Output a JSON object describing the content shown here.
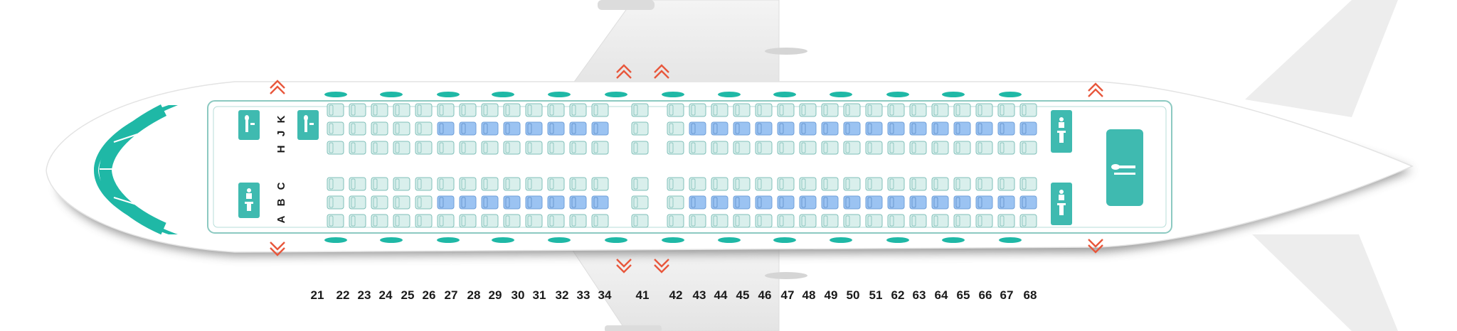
{
  "seat_map": {
    "column_letters_upper": [
      "K",
      "J",
      "H"
    ],
    "column_letters_lower": [
      "C",
      "B",
      "A"
    ],
    "row_labels": [
      "21",
      "22",
      "23",
      "24",
      "25",
      "26",
      "27",
      "28",
      "29",
      "30",
      "31",
      "32",
      "33",
      "34",
      "41",
      "42",
      "43",
      "44",
      "45",
      "46",
      "47",
      "48",
      "49",
      "50",
      "51",
      "62",
      "63",
      "64",
      "65",
      "66",
      "67",
      "68"
    ],
    "legend_colors": {
      "fuselage": "#ffffff",
      "accent": "#1fb8a6",
      "seat_standard": "#d9efec",
      "seat_outline": "#7fbfb8",
      "seat_highlight": "#9bc3f2",
      "exit_marker": "#e8573c",
      "facility": "#3fbab0"
    },
    "seat_types": {
      "standard": "standard",
      "highlight": "extra"
    },
    "facilities": [
      {
        "type": "galley",
        "icon": "fork-spoon-icon"
      },
      {
        "type": "galley",
        "icon": "fork-spoon-icon"
      },
      {
        "type": "lavatory",
        "icon": "toilet-icon"
      },
      {
        "type": "lavatory",
        "icon": "toilet-icon"
      },
      {
        "type": "lavatory",
        "icon": "toilet-icon"
      },
      {
        "type": "galley",
        "icon": "fork-spoon-icon"
      }
    ]
  }
}
